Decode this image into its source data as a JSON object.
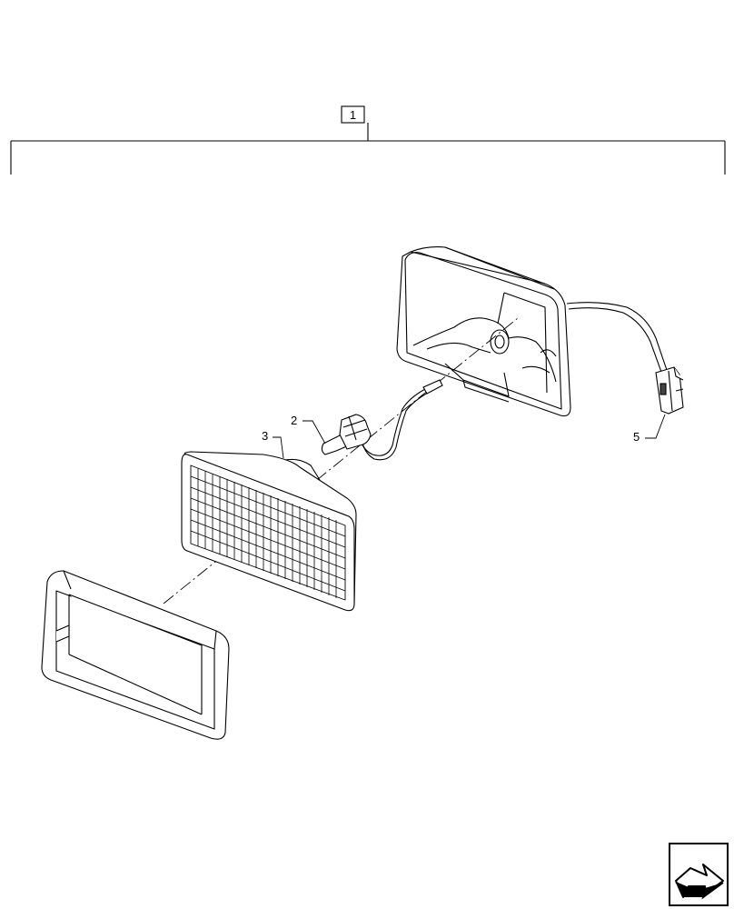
{
  "assembly": {
    "item_number": "1"
  },
  "callouts": [
    {
      "id": "bulb",
      "label": "2"
    },
    {
      "id": "lens",
      "label": "3"
    },
    {
      "id": "connector",
      "label": "5"
    }
  ],
  "navigation": {
    "icon": "next-page-arrow-icon"
  }
}
